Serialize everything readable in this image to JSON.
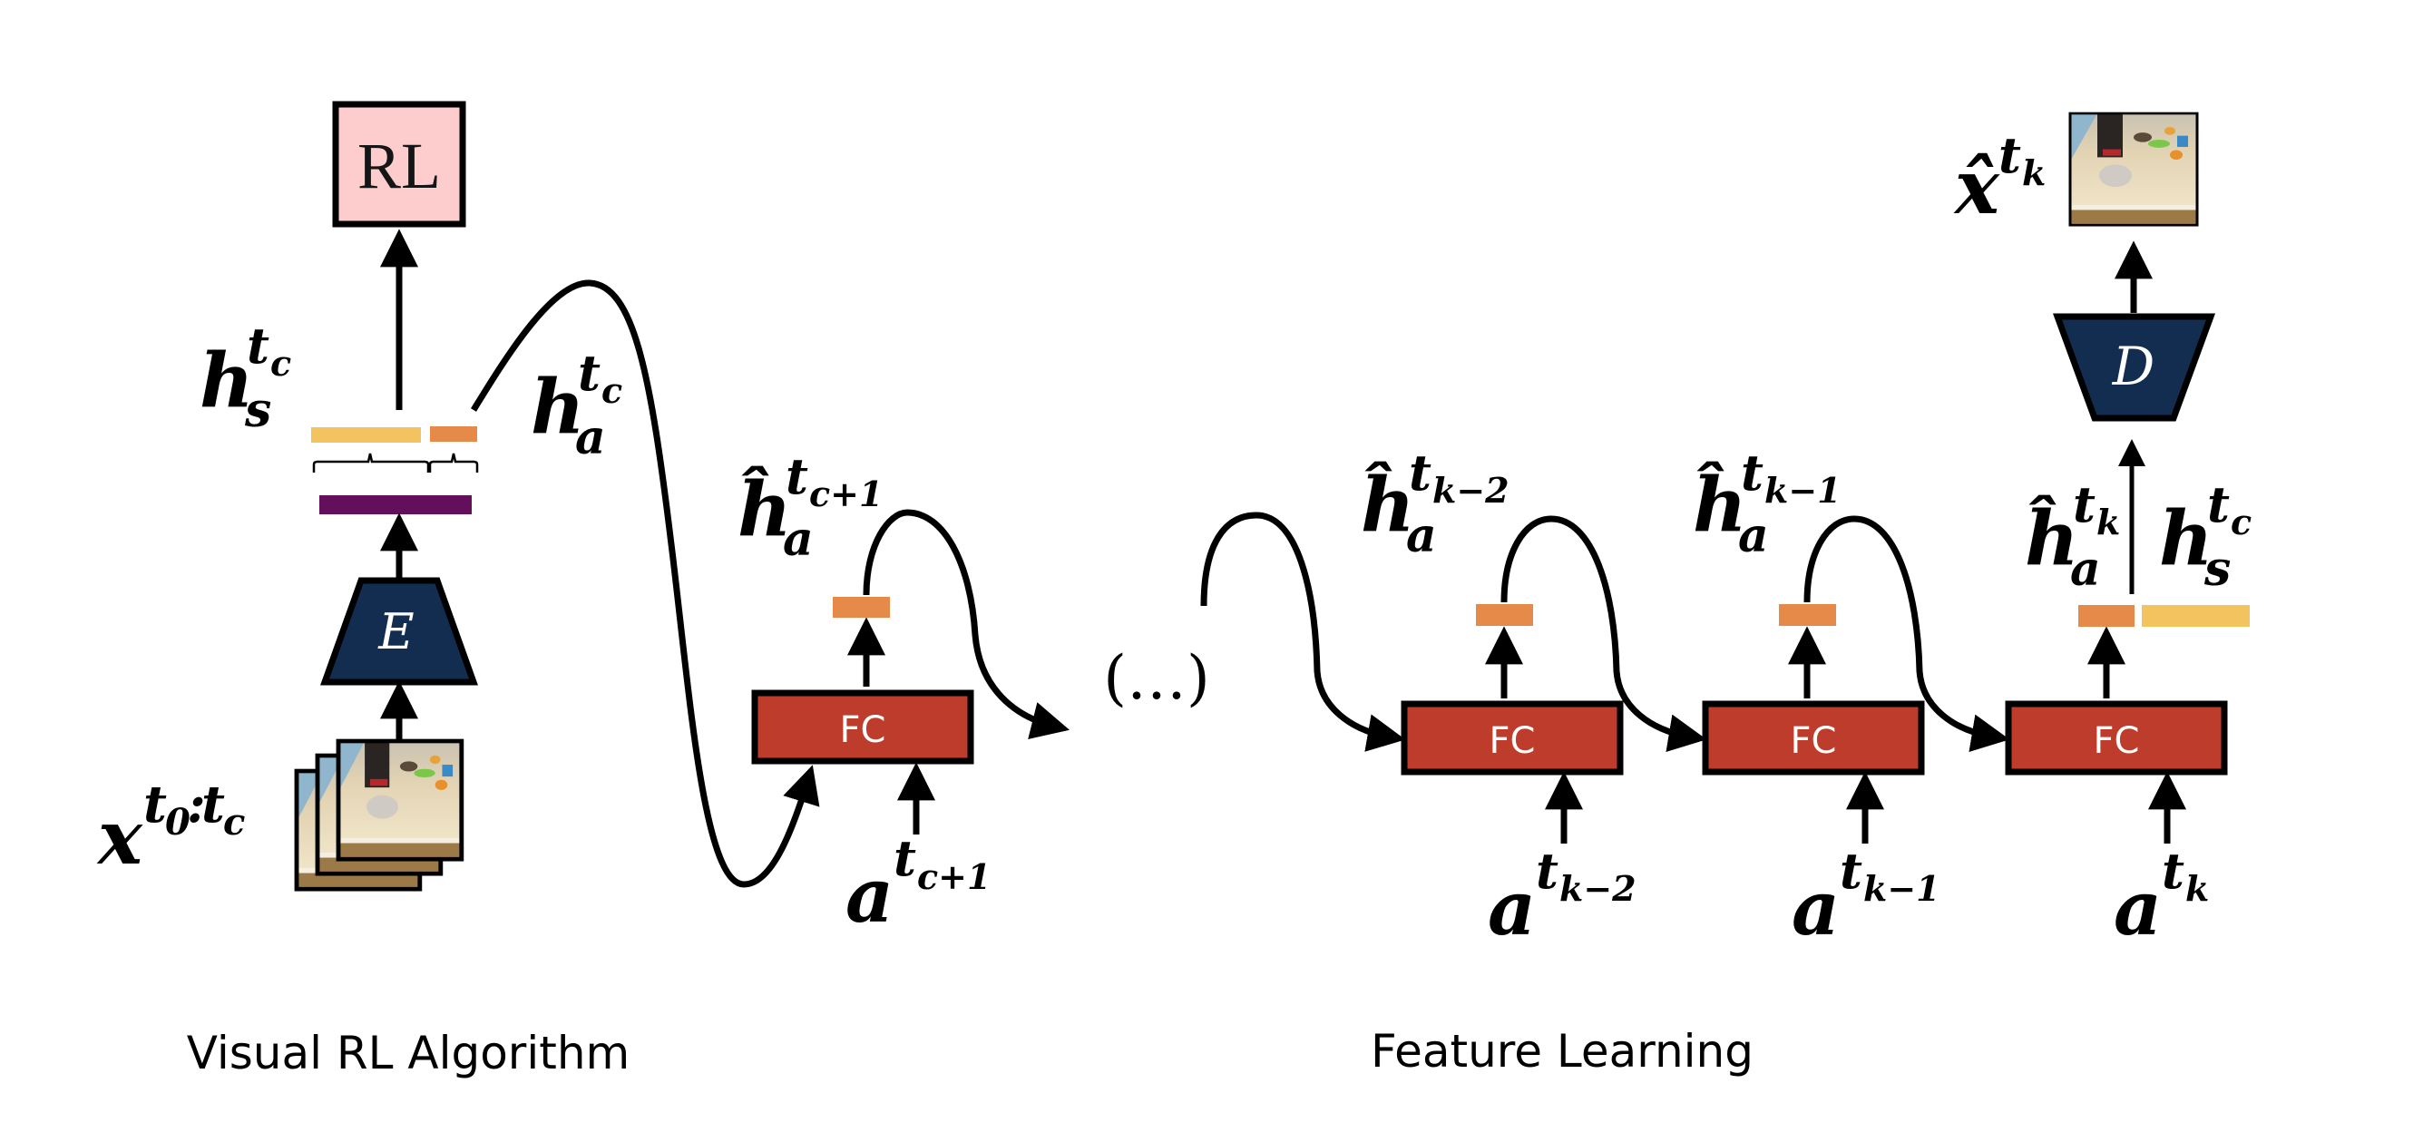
{
  "sections": {
    "left_title": "Visual RL Algorithm",
    "right_title": "Feature Learning"
  },
  "rl_box": {
    "label": "RL",
    "fill": "#fdcccc"
  },
  "encoder": {
    "label": "E",
    "fill": "#132d50"
  },
  "decoder": {
    "label": "D",
    "fill": "#132d50"
  },
  "fc_blocks": [
    {
      "label": "FC"
    },
    {
      "label": "FC"
    },
    {
      "label": "FC"
    },
    {
      "label": "FC"
    }
  ],
  "ellipsis": "(…)",
  "labels": {
    "input": {
      "base": "x",
      "sup": "t",
      "sup_sub": "0",
      "sup_colon": ":",
      "sup2": "t",
      "sup2_sub": "c"
    },
    "h_s": {
      "base": "h",
      "sub": "s",
      "sup": "t",
      "sup_sub": "c"
    },
    "h_a": {
      "base": "h",
      "sub": "a",
      "sup": "t",
      "sup_sub": "c"
    },
    "h_hat_1": {
      "base": "ĥ",
      "sub": "a",
      "sup": "t",
      "sup_sub": "c+1"
    },
    "h_hat_k2": {
      "base": "ĥ",
      "sub": "a",
      "sup": "t",
      "sup_sub": "k−2"
    },
    "h_hat_k1": {
      "base": "ĥ",
      "sub": "a",
      "sup": "t",
      "sup_sub": "k−1"
    },
    "h_hat_k": {
      "base": "ĥ",
      "sub": "a",
      "sup": "t",
      "sup_sub": "k"
    },
    "h_s_right": {
      "base": "h",
      "sub": "s",
      "sup": "t",
      "sup_sub": "c"
    },
    "x_hat": {
      "base": "x̂",
      "sup": "t",
      "sup_sub": "k"
    },
    "a_c1": {
      "base": "a",
      "sup": "t",
      "sup_sub": "c+1"
    },
    "a_k2": {
      "base": "a",
      "sup": "t",
      "sup_sub": "k−2"
    },
    "a_k1": {
      "base": "a",
      "sup": "t",
      "sup_sub": "k−1"
    },
    "a_k": {
      "base": "a",
      "sup": "t",
      "sup_sub": "k"
    }
  },
  "colors": {
    "state_feature": "#f3c35f",
    "action_feature": "#e68a4a",
    "encoded_feature": "#640f5c",
    "fc_fill": "#bd3c2b",
    "network_fill": "#132d50"
  }
}
